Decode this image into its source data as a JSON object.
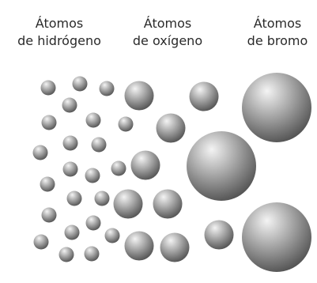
{
  "labels": {
    "hydrogen": {
      "line1": "Átomos",
      "line2": "de hidrógeno"
    },
    "oxygen": {
      "line1": "Átomos",
      "line2": "de oxígeno"
    },
    "bromine": {
      "line1": "Átomos",
      "line2": "de bromo"
    }
  },
  "colors": {
    "background": "#ffffff",
    "text": "#2a2a2a",
    "sphere_highlight": "#f4f4f4",
    "sphere_mid": "#a8a8a8",
    "sphere_shadow": "#4a4a4a"
  }
}
